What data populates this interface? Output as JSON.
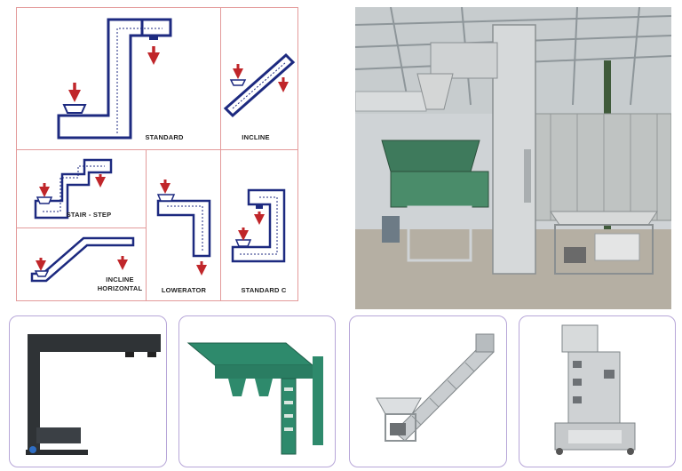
{
  "diagrams": {
    "standard": "STANDARD",
    "incline": "INCLINE",
    "stair_step": "STAIR - STEP",
    "incline_horizontal_line1": "INCLINE",
    "incline_horizontal_line2": "HORIZONTAL",
    "lowerator": "LOWERATOR",
    "standard_c": "STANDARD C"
  },
  "colors": {
    "diagram_path": "#1d2a80",
    "arrow": "#c0262a",
    "grid": "#e39a9a",
    "card_border": "#b7a6d8"
  }
}
